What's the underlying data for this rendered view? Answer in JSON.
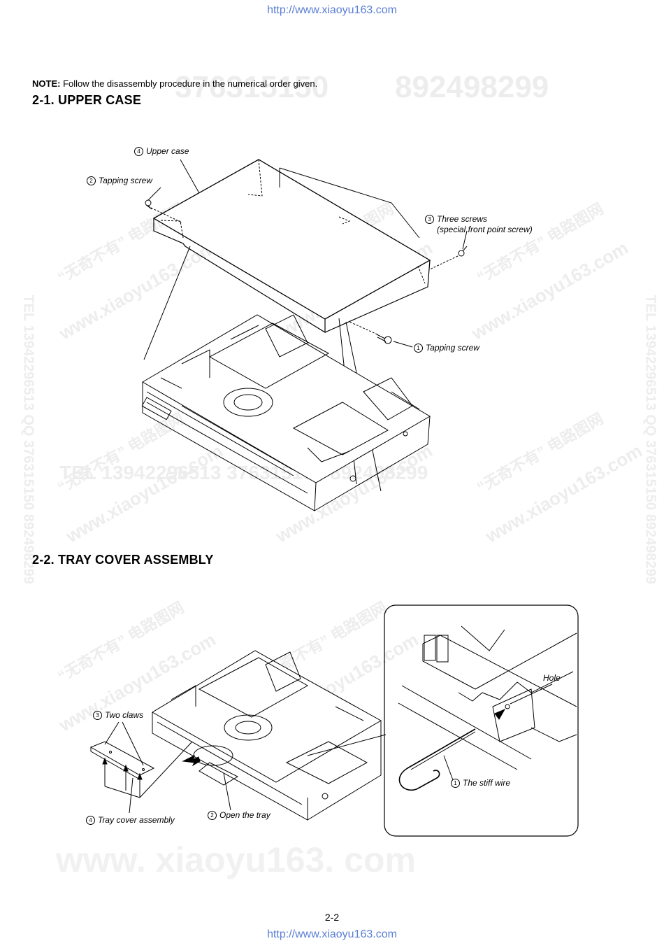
{
  "header_url": "http://www.xiaoyu163.com",
  "footer_url": "http://www.xiaoyu163.com",
  "note": {
    "bold": "NOTE:",
    "text": " Follow the disassembly procedure in the numerical order given."
  },
  "sections": [
    {
      "title": "2-1.  UPPER CASE",
      "callouts": [
        {
          "num": "4",
          "text": "Upper case"
        },
        {
          "num": "2",
          "text": "Tapping screw"
        },
        {
          "num": "3",
          "text": "Three screws"
        },
        {
          "num": "",
          "text": "(special front point screw)"
        },
        {
          "num": "1",
          "text": "Tapping screw"
        }
      ]
    },
    {
      "title": "2-2.  TRAY COVER ASSEMBLY",
      "callouts": [
        {
          "num": "3",
          "text": "Two claws"
        },
        {
          "num": "4",
          "text": "Tray cover assembly"
        },
        {
          "num": "2",
          "text": "Open the tray"
        },
        {
          "num": "",
          "text": "Hole"
        },
        {
          "num": "1",
          "text": "The stiff wire"
        }
      ]
    }
  ],
  "watermarks": {
    "top_right": "892498299",
    "top_left": "376315150",
    "mid_row": "TEL 13942296513   376315150   892498299",
    "side": "TEL 13942296513  QQ 376315150  892498299",
    "bottom": "www. xiaoyu163. com",
    "diag": "www.xiaoyu163.com",
    "cn": "“无奇不有” 电路图网"
  },
  "page_number": "2-2"
}
